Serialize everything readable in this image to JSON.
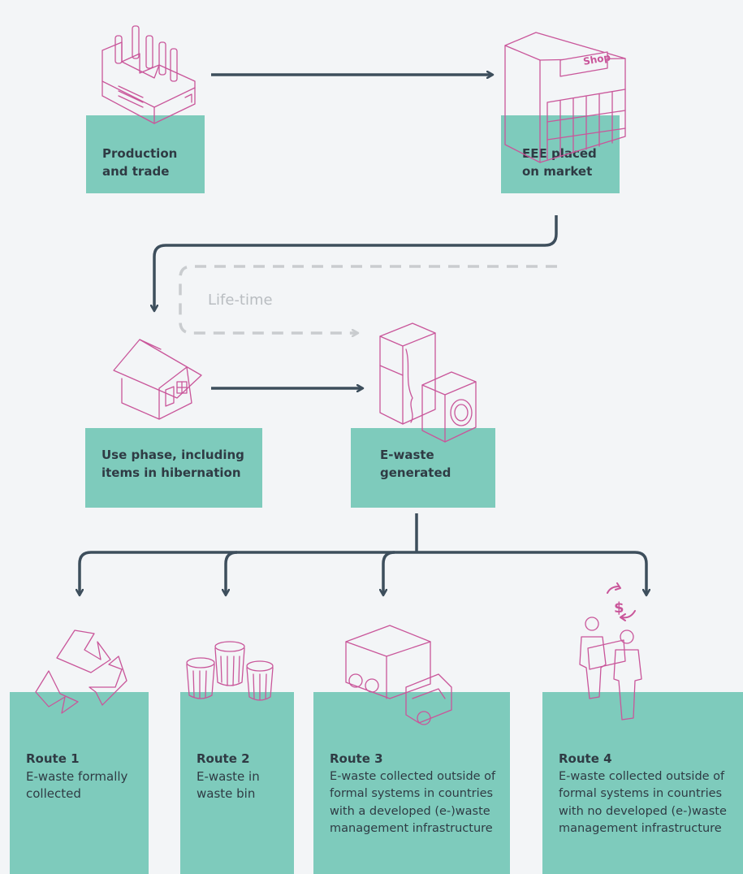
{
  "colors": {
    "background": "#f3f5f7",
    "box_fill": "#7ecbbc",
    "text": "#2f3b44",
    "arrow": "#3d4e5c",
    "lifetime_dashed": "#c9cccf",
    "icon_stroke": "#c9569a"
  },
  "stages": {
    "production": "Production and trade",
    "market": "EEE placed on market",
    "use_phase": "Use phase, including items in hibernation",
    "generated": "E-waste generated"
  },
  "lifetime_label": "Life-time",
  "shop_sign": "Shop",
  "routes": [
    {
      "title": "Route 1",
      "description": "E-waste formally collected"
    },
    {
      "title": "Route 2",
      "description": "E-waste in waste bin"
    },
    {
      "title": "Route 3",
      "description": "E-waste collected outside of formal systems in countries with a developed (e-)waste management infrastructure"
    },
    {
      "title": "Route 4",
      "description": "E-waste collected outside of formal systems in countries with no developed (e-)waste management infrastructure"
    }
  ],
  "icons": [
    "factory-icon",
    "shop-icon",
    "house-icon",
    "appliances-icon",
    "recycle-icon",
    "trash-bins-icon",
    "truck-icon",
    "people-trade-icon",
    "dollar-icon"
  ]
}
